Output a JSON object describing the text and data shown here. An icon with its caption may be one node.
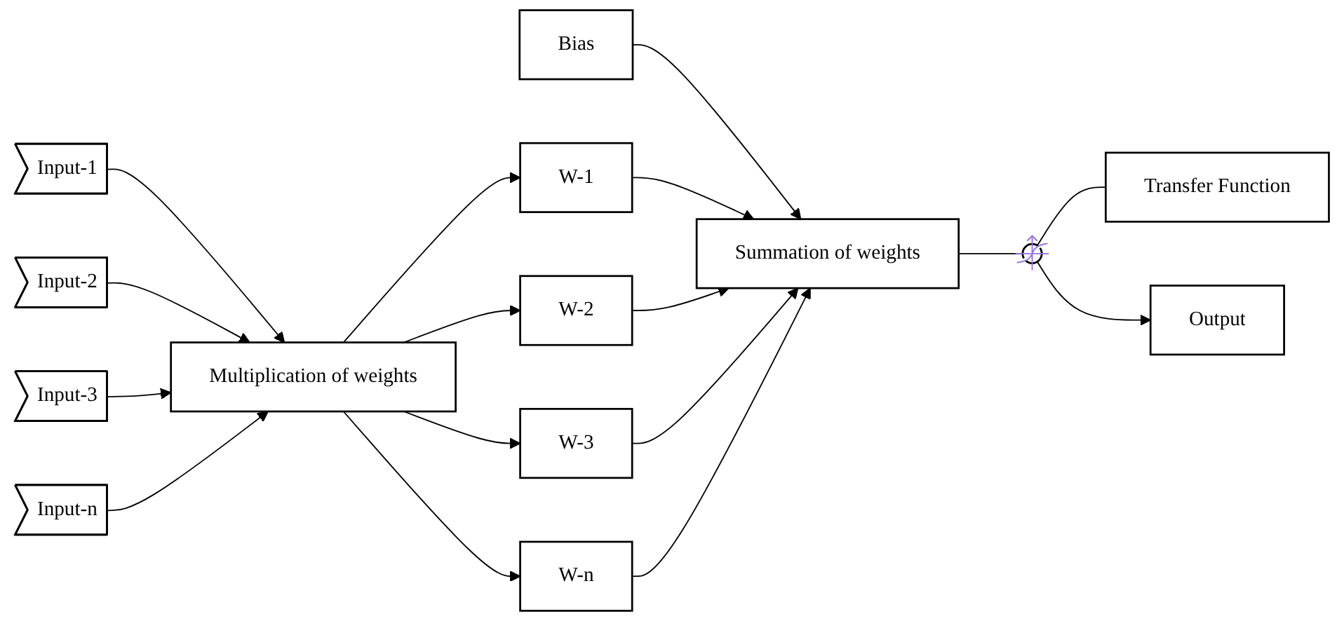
{
  "diagram": {
    "nodes": [
      {
        "text": [
          "Input-1"
        ]
      },
      {
        "text": [
          "Input-2"
        ]
      },
      {
        "text": [
          "Input-3"
        ]
      },
      {
        "text": [
          "Input-n"
        ]
      },
      {
        "text": [
          "Multiplication of weights"
        ]
      },
      {
        "text": [
          "Bias"
        ]
      },
      {
        "text": [
          "W-1"
        ]
      },
      {
        "text": [
          "W-2"
        ]
      },
      {
        "text": [
          "W-3"
        ]
      },
      {
        "text": [
          "W-n"
        ]
      },
      {
        "text": [
          "Summation of weights"
        ]
      },
      {
        "text": [],
        "shape": "picture"
      },
      {
        "text": [
          "Transfer Function"
        ]
      },
      {
        "text": [
          "Output"
        ]
      }
    ],
    "edges": [
      {
        "from": 0,
        "to": 4,
        "arrow": "to"
      },
      {
        "from": 1,
        "to": 4,
        "arrow": "to"
      },
      {
        "from": 2,
        "to": 4,
        "arrow": "to"
      },
      {
        "from": 3,
        "to": 4,
        "arrow": "to"
      },
      {
        "from": 5,
        "to": 10,
        "arrow": "to"
      },
      {
        "from": 4,
        "to": 6,
        "arrow": "to"
      },
      {
        "from": 4,
        "to": 7,
        "arrow": "to"
      },
      {
        "from": 4,
        "to": 8,
        "arrow": "to"
      },
      {
        "from": 4,
        "to": 9,
        "arrow": "to"
      },
      {
        "from": 6,
        "to": 10,
        "arrow": "to"
      },
      {
        "from": 7,
        "to": 10,
        "arrow": "to"
      },
      {
        "from": 8,
        "to": 10,
        "arrow": "to"
      },
      {
        "from": 9,
        "to": 10,
        "arrow": "to"
      },
      {
        "from": 10,
        "to": 11,
        "arrow": "none"
      },
      {
        "from": 12,
        "to": 11,
        "arrow": "none"
      },
      {
        "from": 11,
        "to": 13,
        "arrow": "to"
      }
    ]
  }
}
